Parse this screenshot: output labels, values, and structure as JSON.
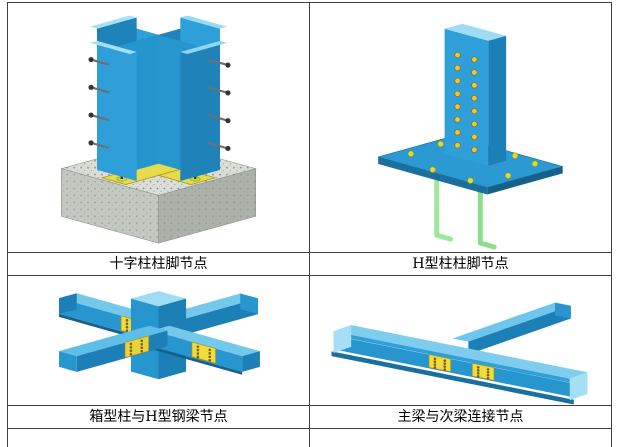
{
  "document": {
    "captions": [
      "十字柱柱脚节点",
      "H型柱柱脚节点",
      "箱型柱与H型钢梁节点",
      "主梁与次梁连接节点"
    ]
  },
  "palette": {
    "steel_blue": "#2E9FD8",
    "steel_blue_dark": "#1C7FB5",
    "steel_blue_light": "#9FDCF4",
    "bolt_yellow": "#F0C832",
    "plate_yellow": "#F0DC3C",
    "base_plate_yellow": "#E6DB4A",
    "anchor_green": "#9CE89C",
    "concrete_gray": "#C3C8C0",
    "table_border": "#404040"
  }
}
